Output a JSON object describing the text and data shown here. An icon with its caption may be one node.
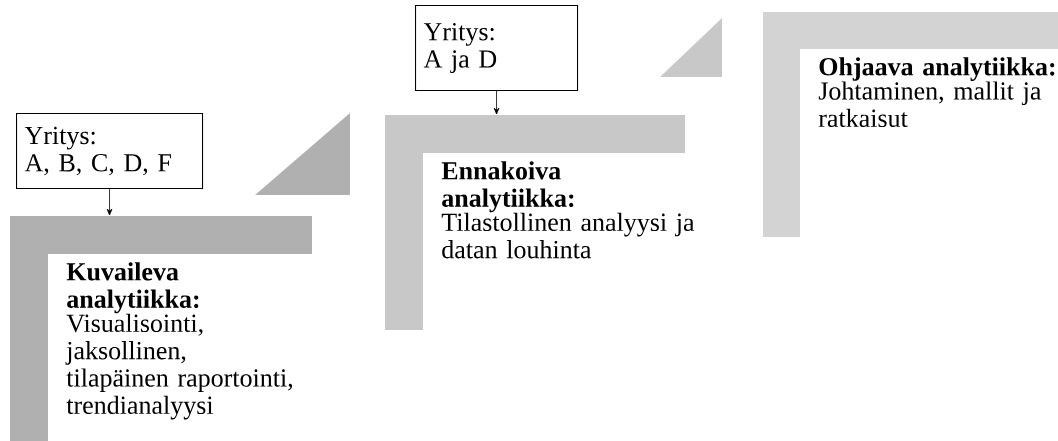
{
  "diagram": {
    "nodes": [
      {
        "text": [
          "Yritys:",
          "A, B, C, D, F"
        ]
      },
      {
        "text": [
          "Kuvaileva analytiikka:",
          "Visualisointi, jaksollinen, tilapäinen raportointi, trendianalyysi"
        ]
      },
      {
        "text": [
          "Yritys:",
          "A ja D"
        ]
      },
      {
        "text": [
          "Ennakoiva analytiikka:",
          "Tilastollinen analyysi ja datan louhinta"
        ]
      },
      {
        "text": [
          "Ohjaava analytiikka:",
          "Johtaminen, mallit ja ratkaisut"
        ]
      },
      {
        "text": [],
        "shape": "triangle"
      },
      {
        "text": [],
        "shape": "triangle"
      }
    ],
    "edges": [
      {
        "from": 0,
        "to": 1,
        "arrow": "to"
      },
      {
        "from": 2,
        "to": 3,
        "arrow": "to"
      }
    ]
  }
}
